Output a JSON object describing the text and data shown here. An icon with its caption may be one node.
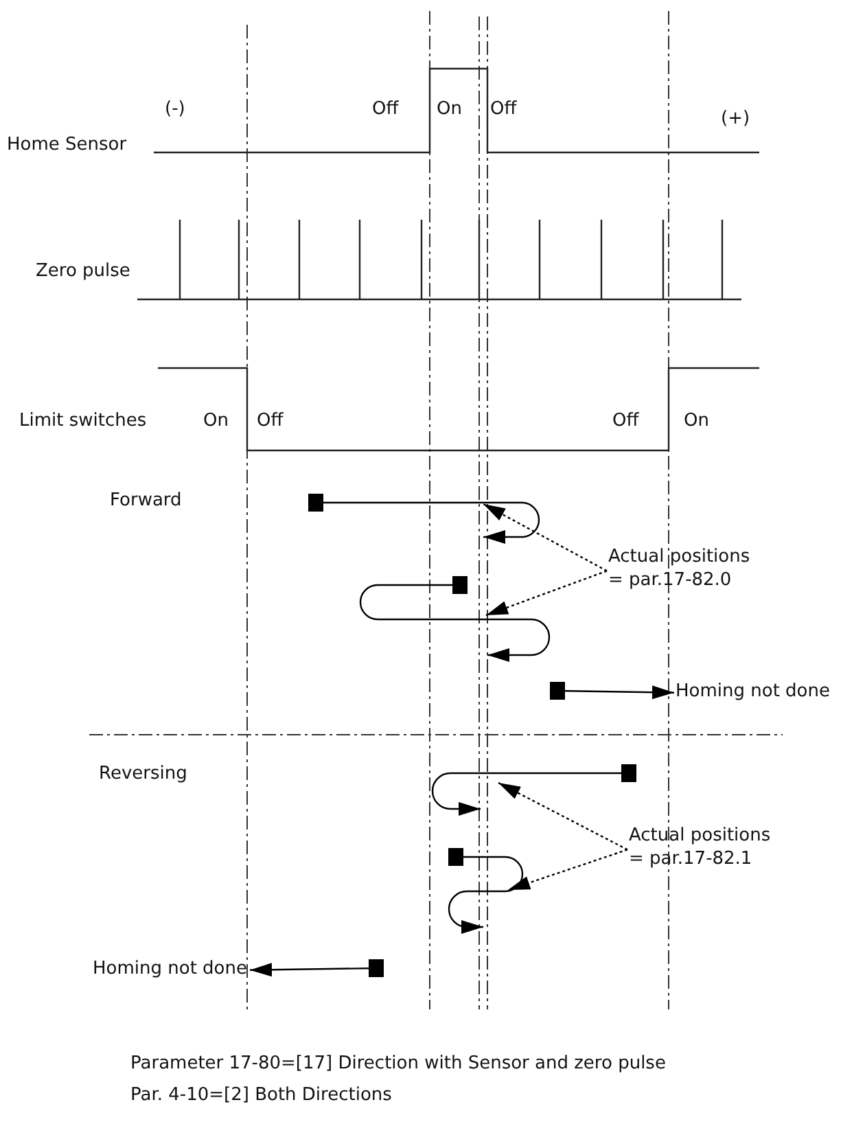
{
  "diagram": {
    "nodes": [
      {
        "text": [
          "Actual positions = par.17-82.0"
        ]
      },
      {
        "text": [
          "Homing not done"
        ]
      },
      {
        "text": [
          "Actual positions = par.17-82.1"
        ]
      },
      {
        "text": [
          "Homing not done"
        ]
      }
    ],
    "edges": [
      {
        "from": 0,
        "to": null,
        "arrow": "to",
        "style": "dashed"
      },
      {
        "from": 0,
        "to": null,
        "arrow": "to",
        "style": "dashed"
      },
      {
        "from": null,
        "to": 1,
        "arrow": "to"
      },
      {
        "from": 2,
        "to": null,
        "arrow": "to",
        "style": "dashed"
      },
      {
        "from": 2,
        "to": null,
        "arrow": "to",
        "style": "dashed"
      },
      {
        "from": null,
        "to": 3,
        "arrow": "to"
      }
    ],
    "labels": [
      "(-)",
      "Off",
      "On",
      "Off",
      "(+)",
      "Home Sensor",
      "Zero pulse",
      "Limit switches",
      "On",
      "Off",
      "Off",
      "On",
      "Forward",
      "Reversing",
      "Parameter 17-80=[17] Direction with Sensor and zero pulse",
      "Par. 4-10=[2] Both Directions"
    ]
  }
}
